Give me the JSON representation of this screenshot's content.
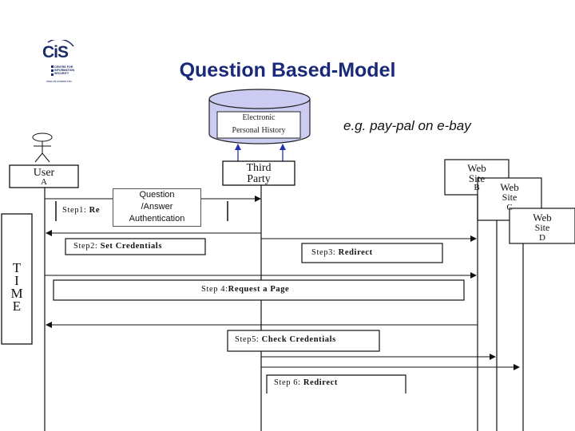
{
  "logo": {
    "text": "CiS",
    "subtitle": "CENTRE FOR INFORMATION SECURITY",
    "url": "www.cis.umassd.edu"
  },
  "slide": {
    "title": "Question Based-Model",
    "example": "e.g. pay-pal on e-bay"
  },
  "database": {
    "line1": "Electronic",
    "line2": "Personal History"
  },
  "parties": {
    "user": {
      "line1": "User",
      "line2": "A"
    },
    "third_party": {
      "line1": "Third",
      "line2": "Party"
    },
    "web_b": {
      "line1": "Web",
      "line2": "Site",
      "line3": "B"
    },
    "web_c": {
      "line1": "Web",
      "line2": "Site",
      "line3": "C"
    },
    "web_d": {
      "line1": "Web",
      "line2": "Site",
      "line3": "D"
    }
  },
  "steps": {
    "step1": {
      "prefix": "Step1: ",
      "action": "Re"
    },
    "step2": {
      "prefix": "Step2: ",
      "action": "Set Credentials"
    },
    "step3": {
      "prefix": "Step3: ",
      "action": "Redirect"
    },
    "step4": {
      "prefix": "Step 4:",
      "action": "Request a Page"
    },
    "step5": {
      "prefix": "Step5: ",
      "action": "Check Credentials"
    },
    "step6": {
      "prefix": "Step 6: ",
      "action": "Redirect"
    }
  },
  "qa_box": {
    "line1": "Question",
    "line2": "/Answer",
    "line3": "Authentication"
  },
  "time_axis": {
    "t": "T",
    "i": "I",
    "m": "M",
    "e": "E"
  },
  "colors": {
    "title": "#1a2a7a",
    "db_fill": "#ccccf2",
    "connector": "#2233aa"
  }
}
